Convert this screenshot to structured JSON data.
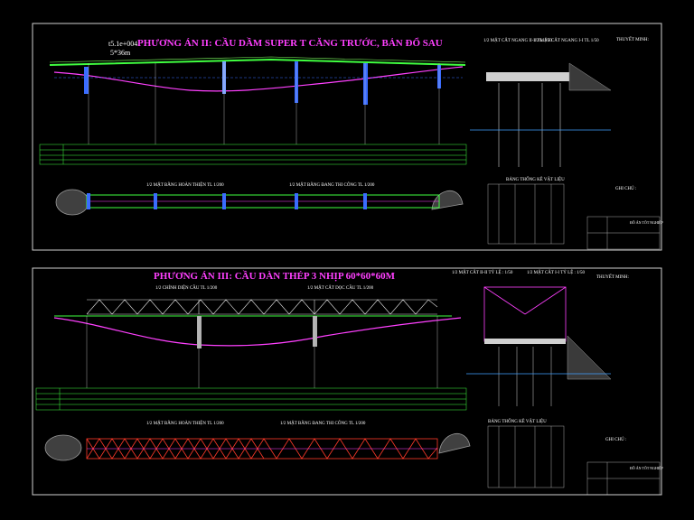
{
  "sheet1": {
    "title": "PHƯƠNG ÁN II: CẦU DẦM SUPER T CĂNG TRƯỚC, BẢN ĐỔ SAU",
    "span_label_a": "t5.1e+004",
    "span_label_b": "5*36m",
    "plan_left_label": "1/2 MẶT BẰNG HOÀN THIỆN TL 1/200",
    "plan_right_label": "1/2 MẶT BẰNG ĐANG THI CÔNG TL 1/200",
    "section_label_left": "1/2 MẶT CẮT NGANG II-II TL 1/50",
    "section_label_right": "1/2 MẶT CẮT NGANG I-I TL 1/50",
    "notes_heading": "THUYẾT MINH:",
    "table_heading": "BẢNG THỐNG KÊ VẬT LIỆU",
    "remark_heading": "GHI CHÚ :",
    "stamp_title": "ĐỒ ÁN TỐT NGHIỆP"
  },
  "sheet2": {
    "title": "PHƯƠNG ÁN III: CẦU DÀN THÉP 3 NHỊP 60*60*60M",
    "elev_left_label": "1/2 CHÍNH DIỆN CẦU TL 1/200",
    "elev_right_label": "1/2 MẶT CẮT DỌC CẦU TL 1/200",
    "section_label_left": "1/2 MẶT CẮT II-II TỶ LỆ : 1/50",
    "section_label_right": "1/2 MẶT CẮT I-I TỶ LỆ : 1/50",
    "plan_left_label": "1/2 MẶT BẰNG HOÀN THIỆN TL 1/200",
    "plan_right_label": "1/2 MẶT BẰNG ĐANG THI CÔNG TL 1/200",
    "notes_heading": "THUYẾT MINH:",
    "table_heading": "BẢNG THỐNG KÊ VẬT LIỆU",
    "remark_heading": "GHI CHÚ :",
    "stamp_title": "ĐỒ ÁN TỐT NGHIỆP"
  },
  "colors": {
    "frame": "#d0d0d0",
    "title": "#ff40ff",
    "deck": "#40ff40",
    "pier": "#3a6cff",
    "truss": "#e0e0e0",
    "plan_truss": "#ff3a2a",
    "ground": "#ff40ff",
    "text": "#ffffff",
    "annotation": "#9adfe8"
  }
}
